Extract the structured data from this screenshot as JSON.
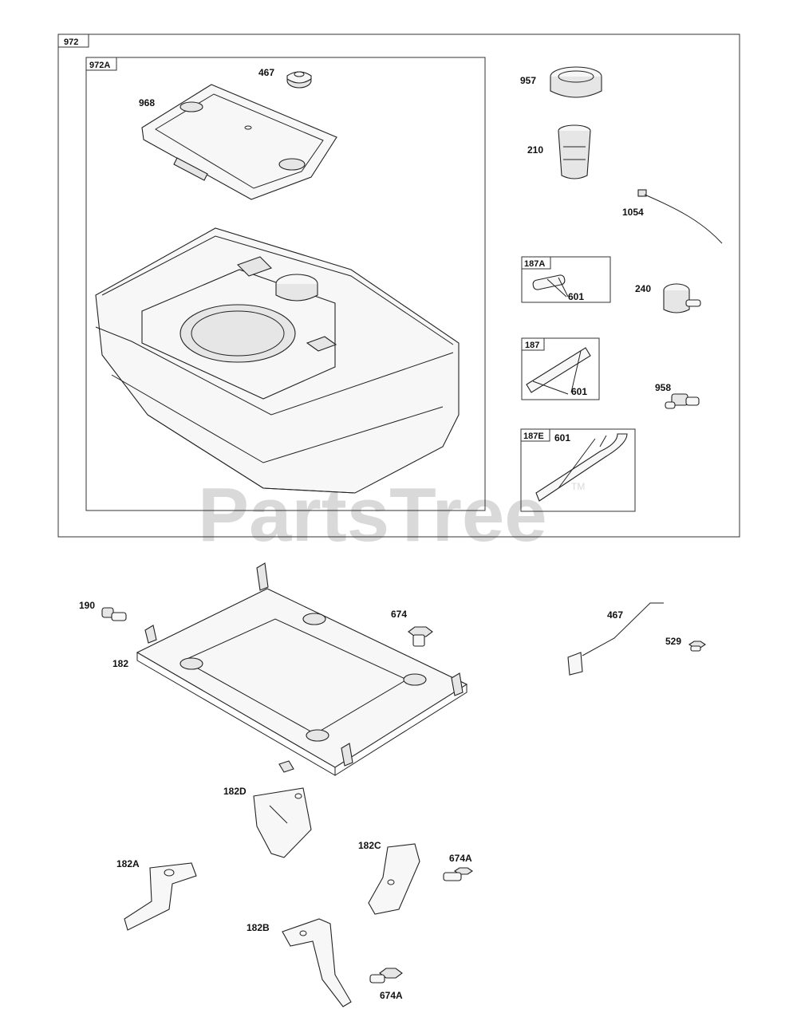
{
  "watermark": {
    "text": "PartsTree",
    "tm": "TM"
  },
  "groups": {
    "g972": "972",
    "g972A": "972A",
    "g187A": "187A",
    "g187": "187",
    "g187E": "187E"
  },
  "callouts": {
    "c467_top": "467",
    "c968": "968",
    "c957": "957",
    "c210": "210",
    "c1054": "1054",
    "c601_a": "601",
    "c240": "240",
    "c601_b": "601",
    "c958": "958",
    "c601_c": "601",
    "c190": "190",
    "c674": "674",
    "c182": "182",
    "c467_bottom": "467",
    "c529": "529",
    "c182D": "182D",
    "c182C": "182C",
    "c674A_a": "674A",
    "c182A": "182A",
    "c182B": "182B",
    "c674A_b": "674A"
  }
}
